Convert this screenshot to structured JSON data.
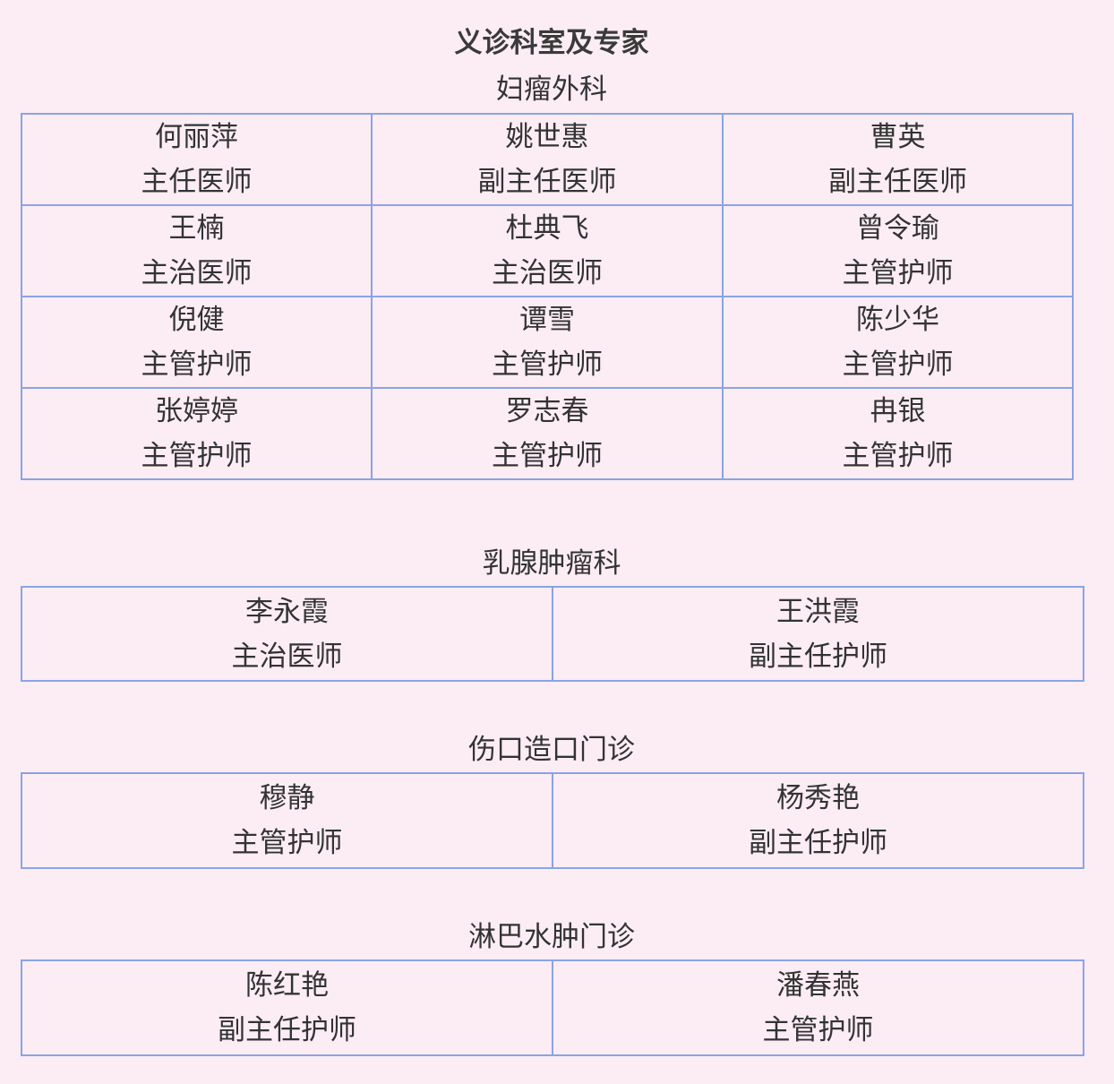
{
  "page_title": "义诊科室及专家",
  "departments": [
    {
      "name": "妇瘤外科",
      "rows": [
        [
          {
            "name": "何丽萍",
            "title": "主任医师"
          },
          {
            "name": "姚世惠",
            "title": "副主任医师"
          },
          {
            "name": "曹英",
            "title": "副主任医师"
          }
        ],
        [
          {
            "name": "王楠",
            "title": "主治医师"
          },
          {
            "name": "杜典飞",
            "title": "主治医师"
          },
          {
            "name": "曾令瑜",
            "title": "主管护师"
          }
        ],
        [
          {
            "name": "倪健",
            "title": "主管护师"
          },
          {
            "name": "谭雪",
            "title": "主管护师"
          },
          {
            "name": "陈少华",
            "title": "主管护师"
          }
        ],
        [
          {
            "name": "张婷婷",
            "title": "主管护师"
          },
          {
            "name": "罗志春",
            "title": "主管护师"
          },
          {
            "name": "冉银",
            "title": "主管护师"
          }
        ]
      ]
    },
    {
      "name": "乳腺肿瘤科",
      "rows": [
        [
          {
            "name": "李永霞",
            "title": "主治医师"
          },
          {
            "name": "王洪霞",
            "title": "副主任护师"
          }
        ]
      ]
    },
    {
      "name": "伤口造口门诊",
      "rows": [
        [
          {
            "name": "穆静",
            "title": "主管护师"
          },
          {
            "name": "杨秀艳",
            "title": "副主任护师"
          }
        ]
      ]
    },
    {
      "name": "淋巴水肿门诊",
      "rows": [
        [
          {
            "name": "陈红艳",
            "title": "副主任护师"
          },
          {
            "name": "潘春燕",
            "title": "主管护师"
          }
        ]
      ]
    }
  ],
  "colors": {
    "background": "#fcedf4",
    "border": "#8aa4e4",
    "text": "#333333"
  }
}
